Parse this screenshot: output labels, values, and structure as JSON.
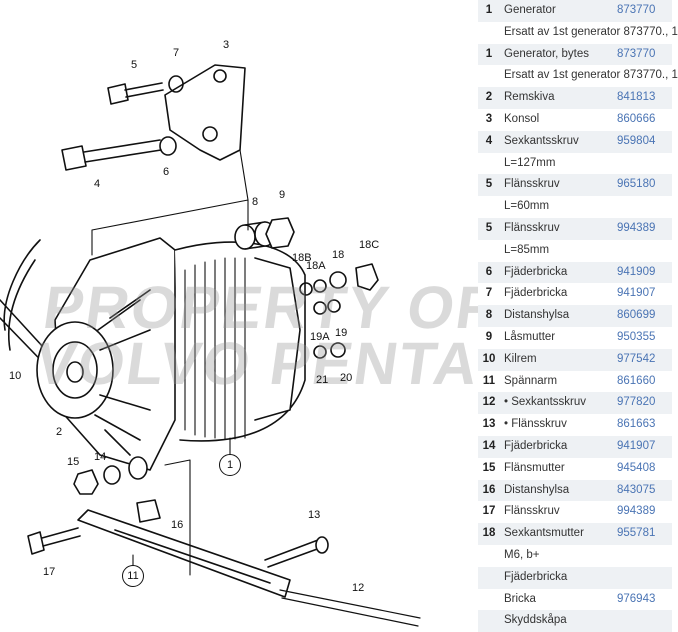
{
  "diagram": {
    "watermark": "PROPERTY OF\nVOLVO PENTA",
    "callouts": {
      "c1": "1",
      "c2": "2",
      "c3": "3",
      "c4": "4",
      "c5": "5",
      "c6": "6",
      "c7": "7",
      "c8": "8",
      "c9": "9",
      "c10": "10",
      "c11": "11",
      "c12": "12",
      "c13": "13",
      "c14": "14",
      "c15": "15",
      "c16": "16",
      "c17": "17",
      "c18": "18",
      "c18a": "18A",
      "c18b": "18B",
      "c18c": "18C",
      "c19": "19",
      "c19a": "19A",
      "c20": "20",
      "c21": "21"
    }
  },
  "parts": [
    {
      "num": "1",
      "desc": "Generator",
      "pn": "873770"
    },
    {
      "num": "",
      "desc": "Ersatt av 1st generator 873770., 1",
      "pn": ""
    },
    {
      "num": "1",
      "desc": "Generator, bytes",
      "pn": "873770"
    },
    {
      "num": "",
      "desc": "Ersatt av 1st generator 873770., 1",
      "pn": ""
    },
    {
      "num": "2",
      "desc": "Remskiva",
      "pn": "841813"
    },
    {
      "num": "3",
      "desc": "Konsol",
      "pn": "860666"
    },
    {
      "num": "4",
      "desc": "Sexkantsskruv",
      "pn": "959804"
    },
    {
      "num": "",
      "desc": "L=127mm",
      "pn": ""
    },
    {
      "num": "5",
      "desc": "Flänsskruv",
      "pn": "965180"
    },
    {
      "num": "",
      "desc": "L=60mm",
      "pn": ""
    },
    {
      "num": "5",
      "desc": "Flänsskruv",
      "pn": "994389"
    },
    {
      "num": "",
      "desc": "L=85mm",
      "pn": ""
    },
    {
      "num": "6",
      "desc": "Fjäderbricka",
      "pn": "941909"
    },
    {
      "num": "7",
      "desc": "Fjäderbricka",
      "pn": "941907"
    },
    {
      "num": "8",
      "desc": "Distanshylsa",
      "pn": "860699"
    },
    {
      "num": "9",
      "desc": "Låsmutter",
      "pn": "950355"
    },
    {
      "num": "10",
      "desc": "Kilrem",
      "pn": "977542"
    },
    {
      "num": "11",
      "desc": "Spännarm",
      "pn": "861660"
    },
    {
      "num": "12",
      "desc": "• Sexkantsskruv",
      "pn": "977820"
    },
    {
      "num": "13",
      "desc": "• Flänsskruv",
      "pn": "861663"
    },
    {
      "num": "14",
      "desc": "Fjäderbricka",
      "pn": "941907"
    },
    {
      "num": "15",
      "desc": "Flänsmutter",
      "pn": "945408"
    },
    {
      "num": "16",
      "desc": "Distanshylsa",
      "pn": "843075"
    },
    {
      "num": "17",
      "desc": "Flänsskruv",
      "pn": "994389"
    },
    {
      "num": "18",
      "desc": "Sexkantsmutter",
      "pn": "955781"
    },
    {
      "num": "",
      "desc": "M6, b+",
      "pn": ""
    },
    {
      "num": "",
      "desc": "Fjäderbricka",
      "pn": ""
    },
    {
      "num": "",
      "desc": "Bricka",
      "pn": "976943"
    },
    {
      "num": "",
      "desc": "Skyddskåpa",
      "pn": ""
    }
  ]
}
